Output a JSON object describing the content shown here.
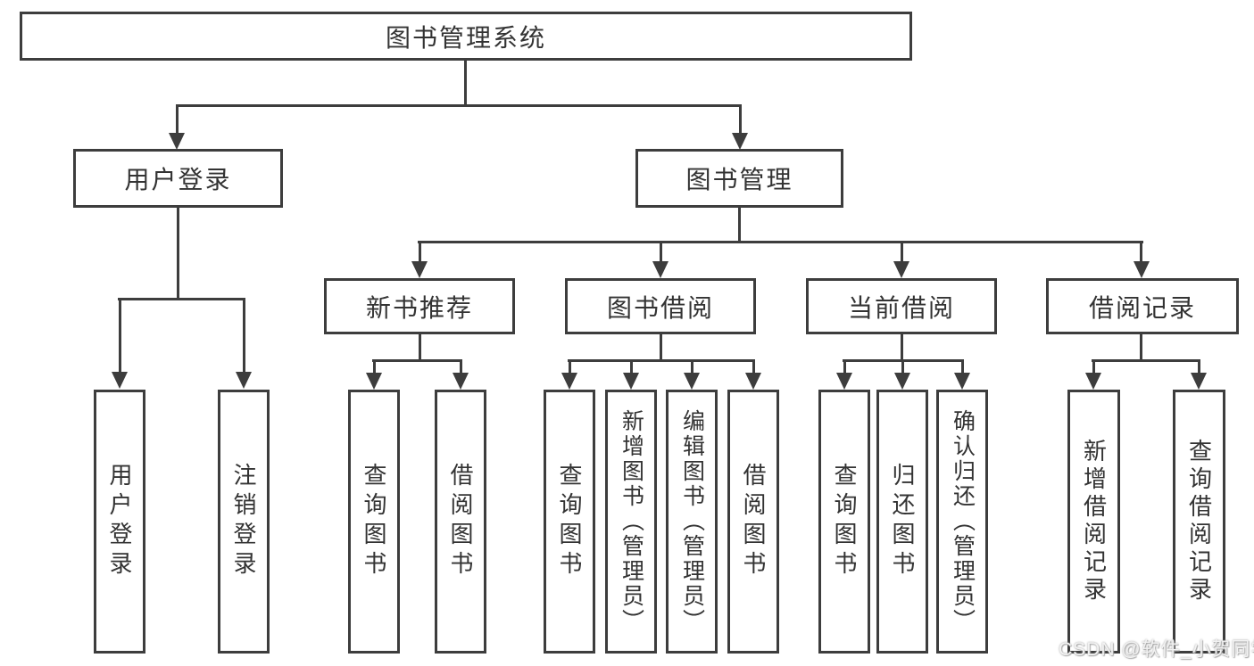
{
  "nodes": {
    "root": "图书管理系统",
    "level2": [
      "用户登录",
      "图书管理"
    ],
    "level3": [
      "新书推荐",
      "图书借阅",
      "当前借阅",
      "借阅记录"
    ],
    "leaves_login": [
      "用户登录",
      "注销登录"
    ],
    "leaves_newbook": [
      "查询图书",
      "借阅图书"
    ],
    "leaves_borrow": [
      "查询图书",
      "新增图书（管理员）",
      "编辑图书（管理员）",
      "借阅图书"
    ],
    "leaves_current": [
      "查询图书",
      "归还图书",
      "确认归还（管理员）"
    ],
    "leaves_record": [
      "新增借阅记录",
      "查询借阅记录"
    ]
  },
  "watermark": "CSDN @软件_小贺同学",
  "colors": {
    "line": "#3d3d3d",
    "text": "#333333",
    "background": "#ffffff",
    "watermark": "#f2f2f2"
  }
}
